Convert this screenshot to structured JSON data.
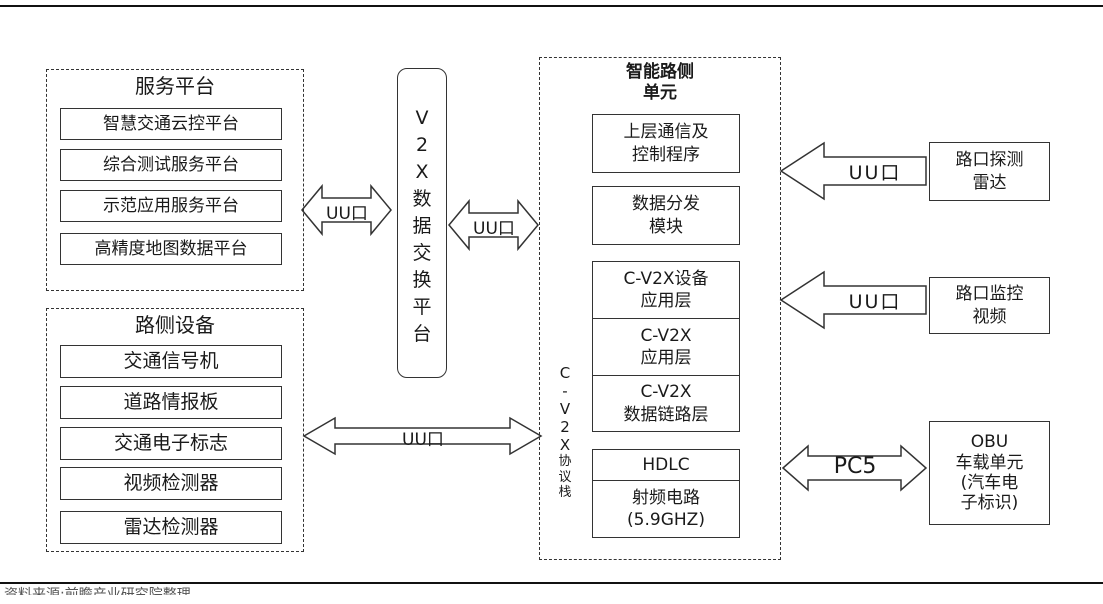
{
  "service_platform": {
    "title": "服务平台",
    "items": [
      "智慧交通云控平台",
      "综合测试服务平台",
      "示范应用服务平台",
      "高精度地图数据平台"
    ]
  },
  "roadside_devices": {
    "title": "路侧设备",
    "items": [
      "交通信号机",
      "道路情报板",
      "交通电子标志",
      "视频检测器",
      "雷达检测器"
    ]
  },
  "v2x_exchange": {
    "chars": [
      "V",
      "2",
      "X",
      "数",
      "据",
      "交",
      "换",
      "平",
      "台"
    ]
  },
  "rsu": {
    "title": "智能路侧\n单元",
    "upper_comm": "上层通信及\n控制程序",
    "data_dist": "数据分发\n模块",
    "stack": [
      "C-V2X设备\n应用层",
      "C-V2X\n应用层",
      "C-V2X\n数据链路层"
    ],
    "hdlc": "HDLC",
    "rf": "射频电路\n(5.9GHZ)",
    "protocol_chars": [
      "C",
      "-",
      "V",
      "2",
      "X",
      "协",
      "议",
      "栈"
    ]
  },
  "external": {
    "radar": "路口探测\n雷达",
    "camera": "路口监控\n视频",
    "obu": "OBU\n车载单元\n(汽车电\n子标识)"
  },
  "connectors": {
    "uu_service": "UU口",
    "uu_rsu": "UU口",
    "uu_roadside": "UU口",
    "uu_radar": "UU口",
    "uu_camera": "UU口",
    "pc5": "PC5"
  },
  "footer_cut_text": "资料来源:前瞻产业研究院整理"
}
